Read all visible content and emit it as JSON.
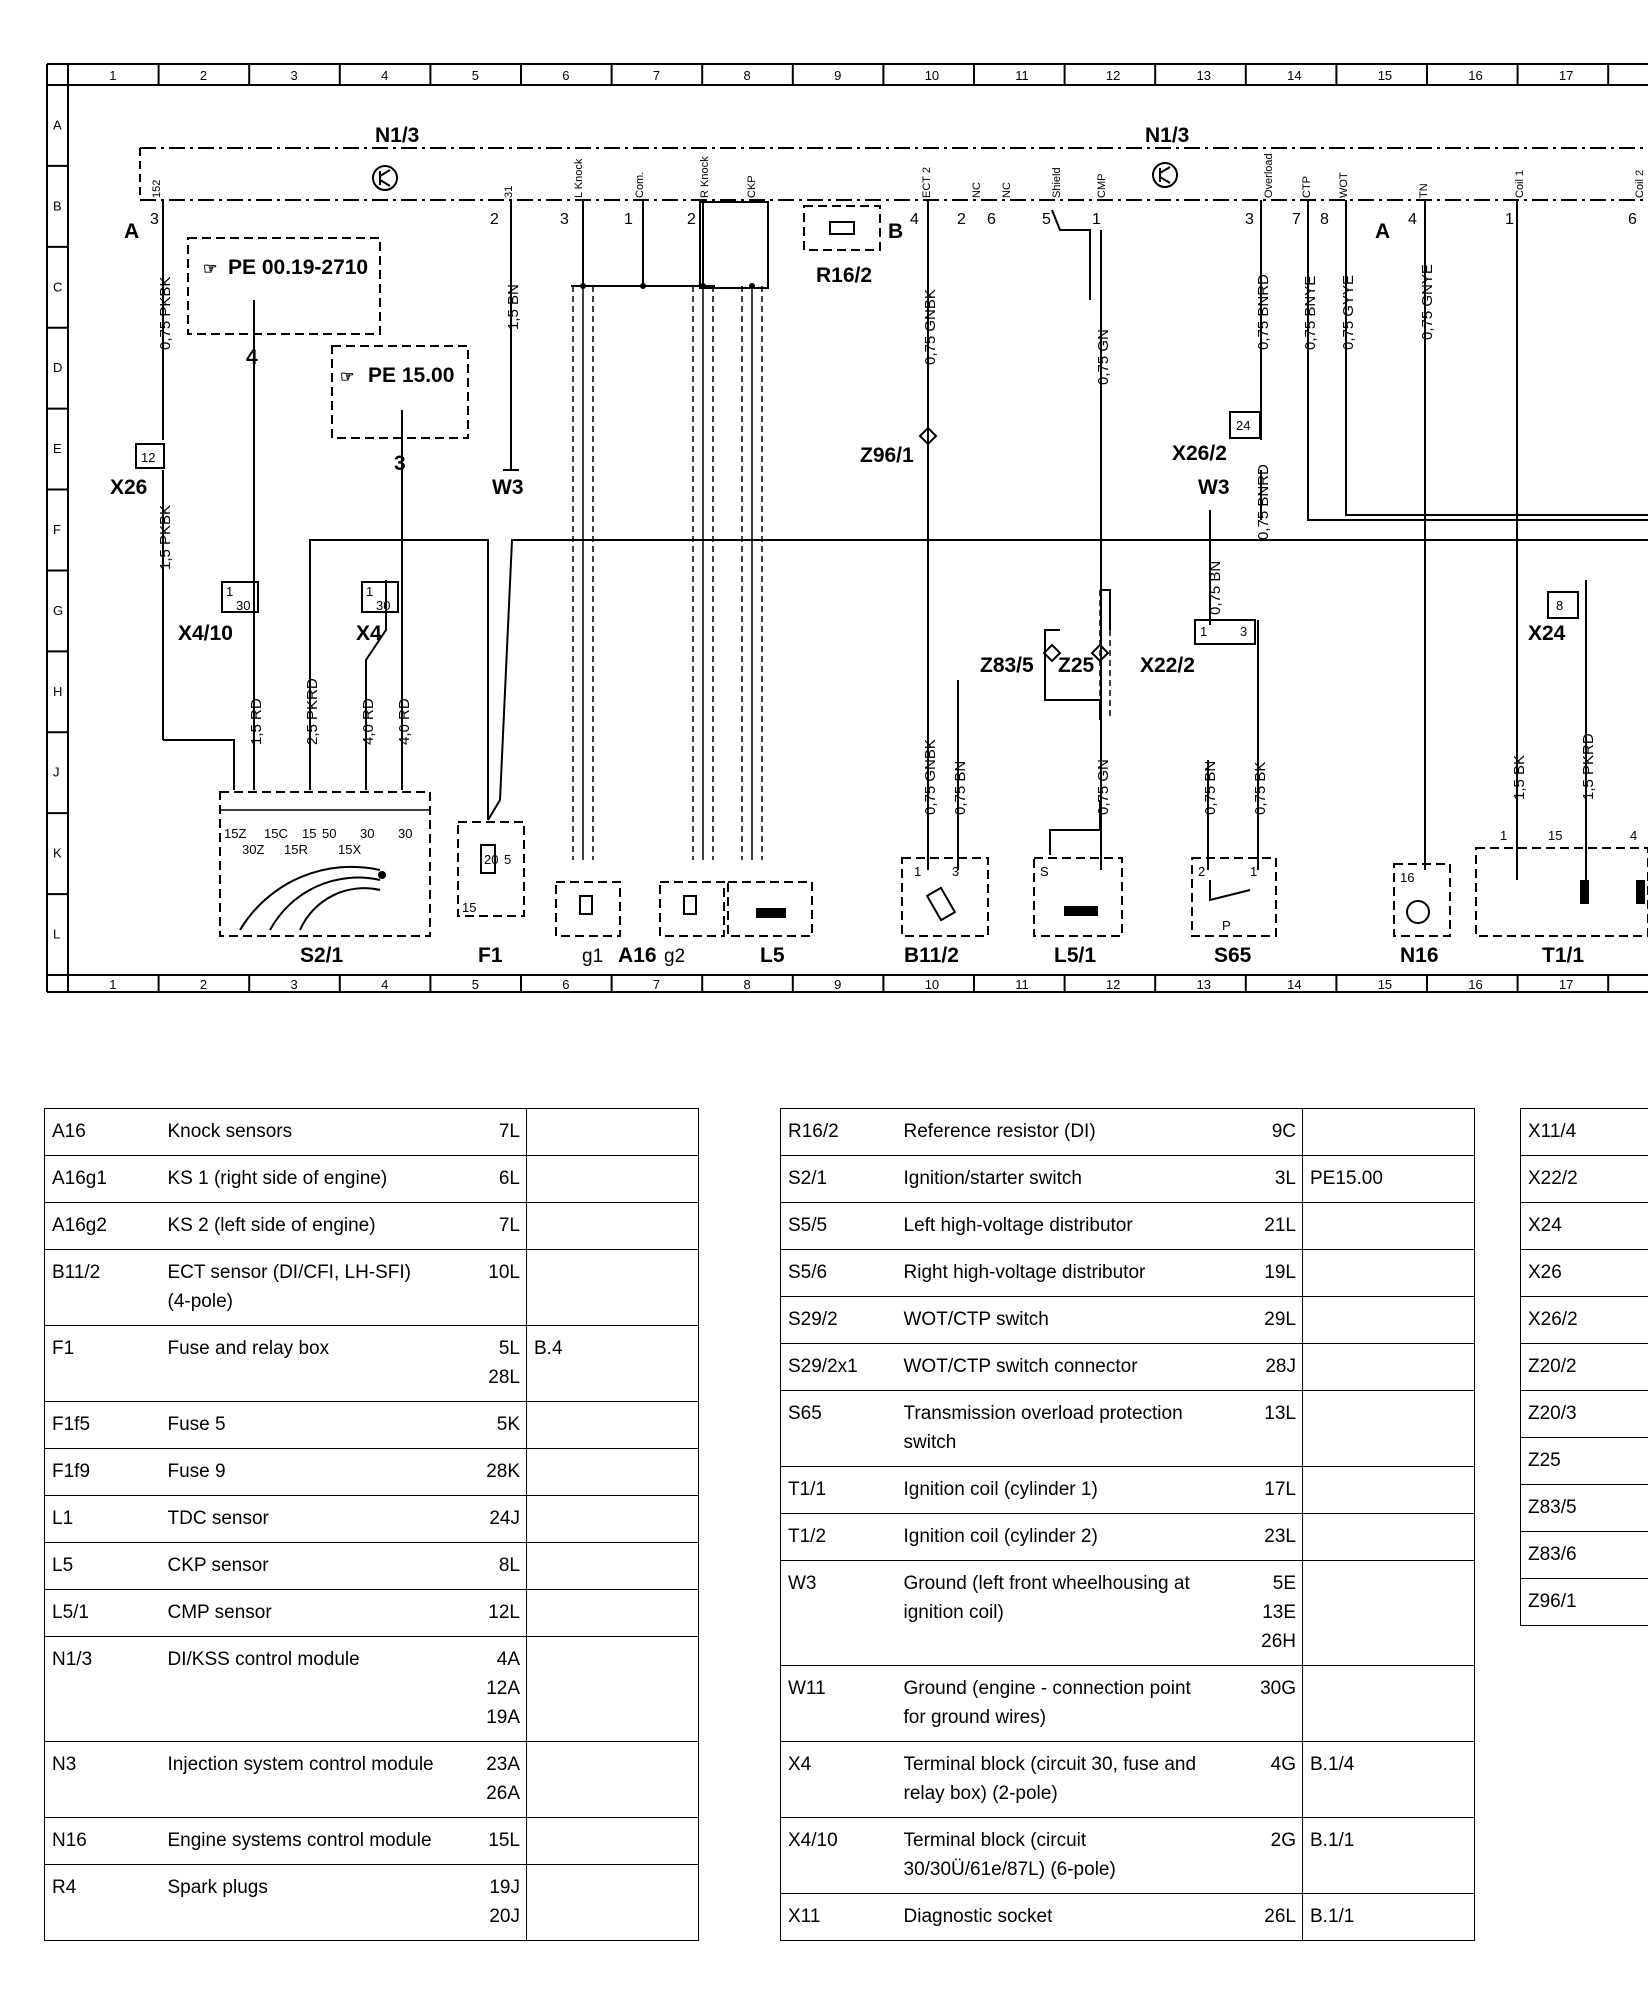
{
  "diagram": {
    "grid_columns": [
      "1",
      "2",
      "3",
      "4",
      "5",
      "6",
      "7",
      "8",
      "9",
      "10",
      "11",
      "12",
      "13",
      "14",
      "15",
      "16",
      "17"
    ],
    "grid_rows": [
      "A",
      "B",
      "C",
      "D",
      "E",
      "F",
      "G",
      "H",
      "J",
      "K",
      "L"
    ],
    "modules": {
      "n13_left": "N1/3",
      "n13_right": "N1/3"
    },
    "section_labels": {
      "a_left": "A",
      "b_mid": "B",
      "a_right": "A"
    },
    "pins": {
      "p152": "152",
      "p31": "31",
      "l_knock": "L Knock",
      "com": "Com.",
      "r_knock": "R Knock",
      "ckp": "CKP",
      "ect2": "ECT 2",
      "nc1": "NC",
      "nc2": "NC",
      "shield": "Shield",
      "cmp": "CMP",
      "overload": "Overload",
      "ctp": "CTP",
      "wot": "WOT",
      "tn": "TN",
      "coil1": "Coil 1",
      "coil2": "Coil 2"
    },
    "pin_numbers": {
      "n3": "3",
      "n2": "2",
      "n3b": "3",
      "n1": "1",
      "n2b": "2",
      "n4": "4",
      "n2c": "2",
      "n6": "6",
      "n5": "5",
      "n1b": "1",
      "n3c": "3",
      "n7": "7",
      "n8": "8",
      "n4b": "4",
      "n1c": "1",
      "n6b": "6"
    },
    "refs": {
      "pe1": "PE 00.19-2710",
      "pe2": "PE 15.00"
    },
    "ref_arrows": {
      "a4": "4",
      "a3": "3"
    },
    "wires": {
      "w_pkbk075": "0,75 PKBK",
      "w_pkbk15": "1,5 PKBK",
      "w_bn15": "1,5 BN",
      "w_rd15": "1,5 RD",
      "w_pkrd25": "2,5 PKRD",
      "w_rd40a": "4,0 RD",
      "w_rd40b": "4,0 RD",
      "w_gnbk075a": "0,75 GNBK",
      "w_gn075a": "0,75 GN",
      "w_bnrd075a": "0,75 BNRD",
      "w_bnye075": "0,75 BNYE",
      "w_gyye075": "0,75 GYYE",
      "w_gnye075": "0,75 GNYE",
      "w_bnrd075b": "0,75 BNRD",
      "w_bn075a": "0,75 BN",
      "w_gnbk075b": "0,75 GNBK",
      "w_bn075b": "0,75 BN",
      "w_gn075b": "0,75 GN",
      "w_bn075c": "0,75 BN",
      "w_bk075": "0,75 BK",
      "w_bk15": "1,5 BK",
      "w_pkrd15": "1,5 PKRD"
    },
    "connectors": {
      "x26": "X26",
      "x26_pin": "12",
      "x410": "X4/10",
      "x410_pin": "1",
      "x410_pin2": "30",
      "x4": "X4",
      "x4_pin": "1",
      "x4_pin2": "30",
      "w3_left": "W3",
      "w3_right": "W3",
      "x262": "X26/2",
      "x262_pin": "24",
      "z961": "Z96/1",
      "z835": "Z83/5",
      "z25": "Z25",
      "x222": "X22/2",
      "x222_pin1": "1",
      "x222_pin3": "3",
      "x24": "X24",
      "x24_pin": "8"
    },
    "components": {
      "s21": "S2/1",
      "f1": "F1",
      "a16": "A16",
      "g1": "g1",
      "g2": "g2",
      "l5": "L5",
      "b112": "B11/2",
      "l51": "L5/1",
      "s65": "S65",
      "n16": "N16",
      "t11": "T1/1",
      "r162": "R16/2"
    },
    "switch_terms": {
      "t15z": "15Z",
      "t15c": "15C",
      "t15": "15",
      "t50": "50",
      "t15x": "15X",
      "t30a": "30",
      "t30b": "30",
      "t30z": "30Z",
      "t15r": "15R"
    },
    "component_pins": {
      "f1_20": "20",
      "f1_5": "5",
      "f1_15": "15",
      "b112_1": "1",
      "b112_3": "3",
      "l51_s": "S",
      "s65_2": "2",
      "s65_1": "1",
      "s65_p": "P",
      "n16_16": "16",
      "t11_1": "1",
      "t11_15": "15",
      "t11_4": "4"
    }
  },
  "tables": [
    {
      "rows": [
        {
          "code": "A16",
          "desc": "Knock sensors",
          "loc": "7L",
          "note": ""
        },
        {
          "code": "A16g1",
          "desc": "KS 1 (right side of engine)",
          "loc": "6L",
          "note": ""
        },
        {
          "code": "A16g2",
          "desc": "KS 2 (left side of engine)",
          "loc": "7L",
          "note": ""
        },
        {
          "code": "B11/2",
          "desc": "ECT sensor (DI/CFI, LH-SFI)\n(4-pole)",
          "loc": "10L",
          "note": ""
        },
        {
          "code": "F1",
          "desc": "Fuse and relay box",
          "loc": "5L\n28L",
          "note": "B.4"
        },
        {
          "code": "F1f5",
          "desc": "Fuse 5",
          "loc": "5K",
          "note": ""
        },
        {
          "code": "F1f9",
          "desc": "Fuse 9",
          "loc": "28K",
          "note": ""
        },
        {
          "code": "L1",
          "desc": "TDC sensor",
          "loc": "24J",
          "note": ""
        },
        {
          "code": "L5",
          "desc": "CKP sensor",
          "loc": "8L",
          "note": ""
        },
        {
          "code": "L5/1",
          "desc": "CMP sensor",
          "loc": "12L",
          "note": ""
        },
        {
          "code": "N1/3",
          "desc": "DI/KSS control module",
          "loc": "4A\n12A\n19A",
          "note": ""
        },
        {
          "code": "N3",
          "desc": "Injection system control module",
          "loc": "23A\n26A",
          "note": ""
        },
        {
          "code": "N16",
          "desc": "Engine systems control module",
          "loc": "15L",
          "note": ""
        },
        {
          "code": "R4",
          "desc": "Spark plugs",
          "loc": "19J\n20J",
          "note": ""
        }
      ]
    },
    {
      "rows": [
        {
          "code": "R16/2",
          "desc": "Reference resistor (DI)",
          "loc": "9C",
          "note": ""
        },
        {
          "code": "S2/1",
          "desc": "Ignition/starter switch",
          "loc": "3L",
          "note": "PE15.00"
        },
        {
          "code": "S5/5",
          "desc": "Left high-voltage distributor",
          "loc": "21L",
          "note": ""
        },
        {
          "code": "S5/6",
          "desc": "Right high-voltage distributor",
          "loc": "19L",
          "note": ""
        },
        {
          "code": "S29/2",
          "desc": "WOT/CTP switch",
          "loc": "29L",
          "note": ""
        },
        {
          "code": "S29/2x1",
          "desc": "WOT/CTP switch connector",
          "loc": "28J",
          "note": ""
        },
        {
          "code": "S65",
          "desc": "Transmission overload protection\nswitch",
          "loc": "13L",
          "note": ""
        },
        {
          "code": "T1/1",
          "desc": "Ignition coil (cylinder 1)",
          "loc": "17L",
          "note": ""
        },
        {
          "code": "T1/2",
          "desc": "Ignition coil (cylinder 2)",
          "loc": "23L",
          "note": ""
        },
        {
          "code": "W3",
          "desc": "Ground (left front wheelhousing at\nignition coil)",
          "loc": "5E\n13E\n26H",
          "note": ""
        },
        {
          "code": "W11",
          "desc": "Ground (engine - connection point\nfor ground wires)",
          "loc": "30G",
          "note": ""
        },
        {
          "code": "X4",
          "desc": "Terminal block (circuit 30, fuse and\nrelay box) (2-pole)",
          "loc": "4G",
          "note": "B.1/4"
        },
        {
          "code": "X4/10",
          "desc": "Terminal block (circuit\n30/30Ü/61e/87L) (6-pole)",
          "loc": "2G",
          "note": "B.1/1"
        },
        {
          "code": "X11",
          "desc": "Diagnostic socket",
          "loc": "26L",
          "note": "B.1/1"
        }
      ]
    },
    {
      "rows": [
        {
          "code": "X11/4",
          "desc": "",
          "loc": "",
          "note": ""
        },
        {
          "code": "X22/2",
          "desc": "",
          "loc": "",
          "note": ""
        },
        {
          "code": "X24",
          "desc": "",
          "loc": "",
          "note": ""
        },
        {
          "code": "X26",
          "desc": "",
          "loc": "",
          "note": ""
        },
        {
          "code": "X26/2",
          "desc": "",
          "loc": "",
          "note": ""
        },
        {
          "code": "Z20/2",
          "desc": "",
          "loc": "",
          "note": ""
        },
        {
          "code": "Z20/3",
          "desc": "",
          "loc": "",
          "note": ""
        },
        {
          "code": "Z25",
          "desc": "",
          "loc": "",
          "note": ""
        },
        {
          "code": "Z83/5",
          "desc": "",
          "loc": "",
          "note": ""
        },
        {
          "code": "Z83/6",
          "desc": "",
          "loc": "",
          "note": ""
        },
        {
          "code": "Z96/1",
          "desc": "",
          "loc": "",
          "note": ""
        }
      ]
    }
  ]
}
